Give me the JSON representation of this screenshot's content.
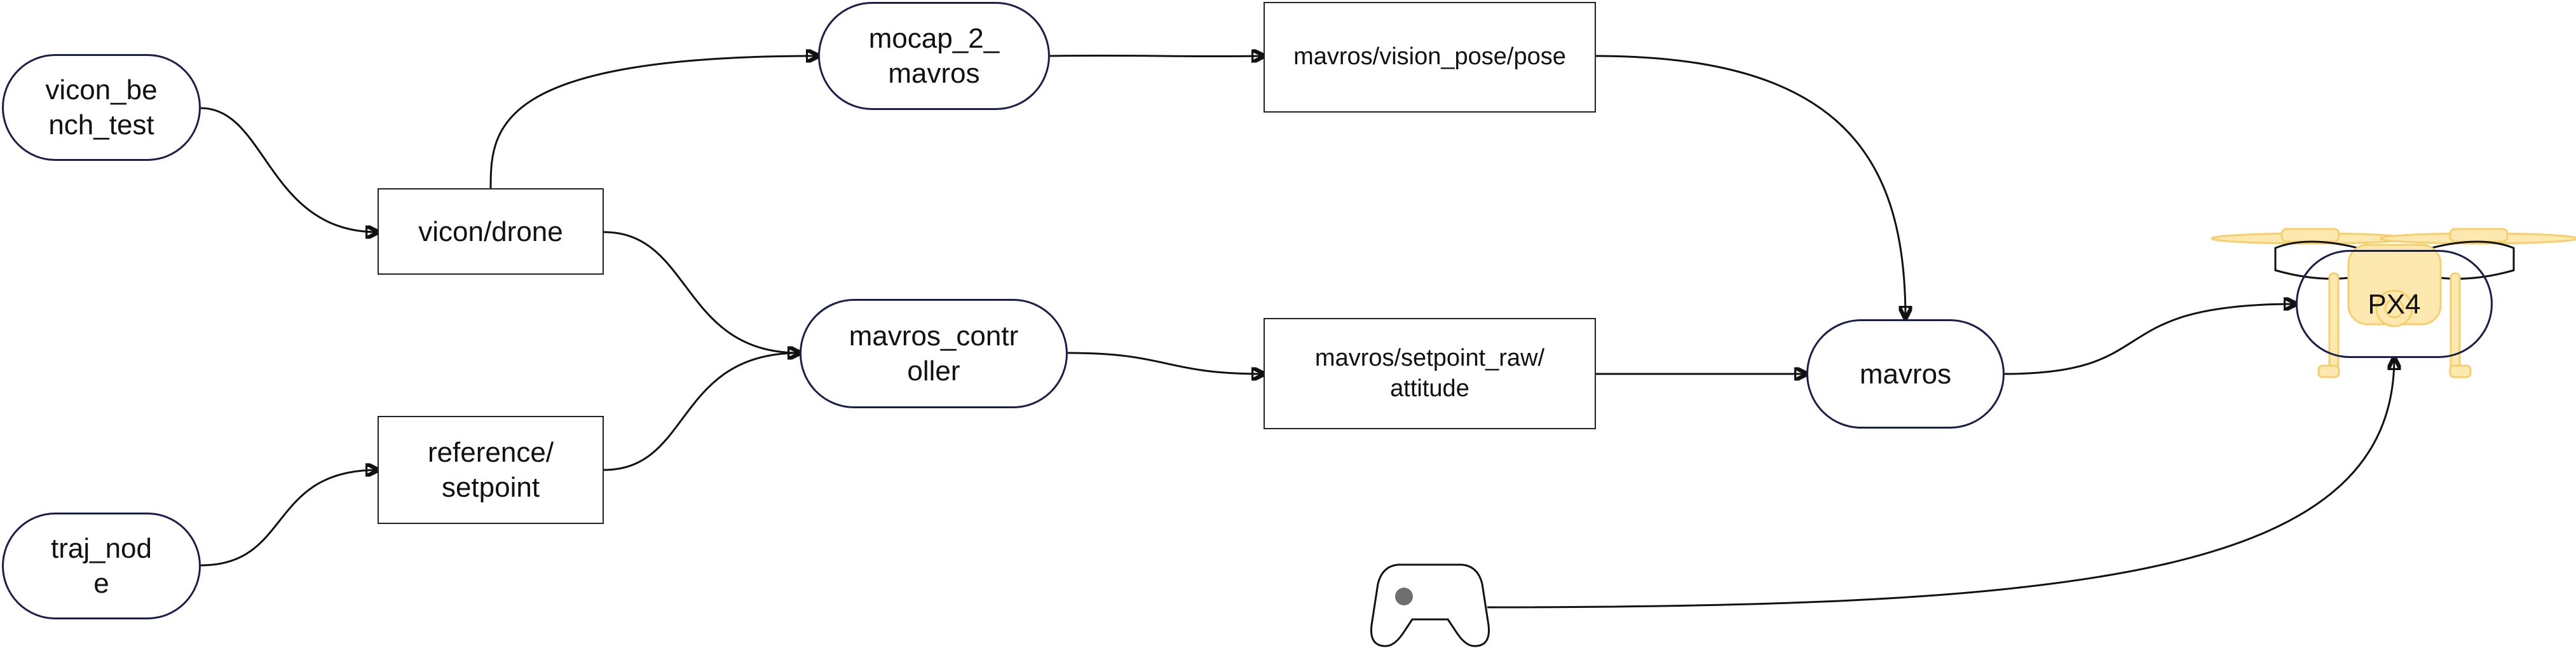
{
  "nodes": {
    "vicon_bench_test": {
      "label": "vicon_be\nnch_test",
      "shape": "pill"
    },
    "traj_node": {
      "label": "traj_nod\ne",
      "shape": "pill"
    },
    "vicon_drone": {
      "label": "vicon/drone",
      "shape": "box"
    },
    "reference_setpoint": {
      "label": "reference/\nsetpoint",
      "shape": "box"
    },
    "mocap_2_mavros": {
      "label": "mocap_2_\nmavros",
      "shape": "pill"
    },
    "mavros_controller": {
      "label": "mavros_contr\noller",
      "shape": "pill"
    },
    "vision_pose_topic": {
      "label": "mavros/vision_pose/pose",
      "shape": "box"
    },
    "setpoint_raw_topic": {
      "label": "mavros/setpoint_raw/\nattitude",
      "shape": "box"
    },
    "mavros": {
      "label": "mavros",
      "shape": "pill"
    },
    "px4": {
      "label": "PX4",
      "shape": "pill"
    }
  },
  "icons": {
    "drone": {
      "name": "drone-icon",
      "color": "#fde9b0",
      "stroke": "#f5cf6e"
    },
    "gamepad": {
      "name": "gamepad-icon",
      "color": "#6f6f6f"
    }
  },
  "edges": [
    {
      "from": "vicon_bench_test",
      "to": "vicon_drone"
    },
    {
      "from": "vicon_drone",
      "to": "mocap_2_mavros"
    },
    {
      "from": "vicon_drone",
      "to": "mavros_controller"
    },
    {
      "from": "reference_setpoint",
      "to": "mavros_controller"
    },
    {
      "from": "traj_node",
      "to": "reference_setpoint"
    },
    {
      "from": "mocap_2_mavros",
      "to": "vision_pose_topic"
    },
    {
      "from": "vision_pose_topic",
      "to": "mavros"
    },
    {
      "from": "mavros_controller",
      "to": "setpoint_raw_topic"
    },
    {
      "from": "setpoint_raw_topic",
      "to": "mavros"
    },
    {
      "from": "mavros",
      "to": "px4"
    },
    {
      "from": "gamepad",
      "to": "px4"
    }
  ]
}
